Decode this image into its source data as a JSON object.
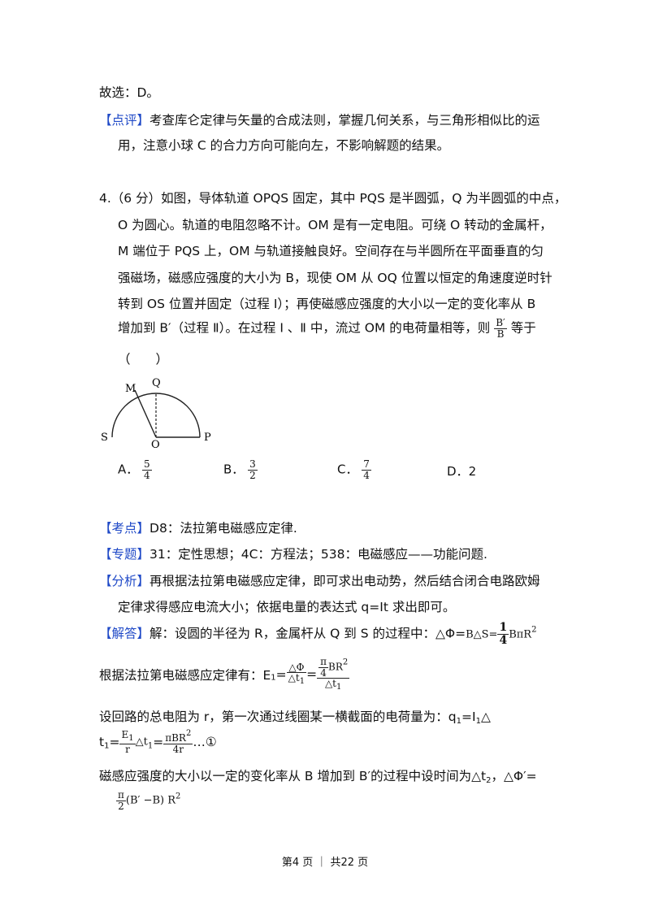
{
  "prev": {
    "answer_line": "故选：D。",
    "review_tag": "【点评】",
    "review_line1": "考查库仑定律与矢量的合成法则，掌握几何关系，与三角形相似比的运",
    "review_line2": "用，注意小球 C 的合力方向可能向左，不影响解题的结果。"
  },
  "question": {
    "lines": [
      "4.（6 分）如图，导体轨道 OPQS 固定，其中 PQS 是半圆弧，Q 为半圆弧的中点，",
      "O 为圆心。轨道的电阻忽略不计。OM 是有一定电阻。可绕 O 转动的金属杆，",
      "M 端位于 PQS 上，OM 与轨道接触良好。空间存在与半圆所在平面垂直的匀",
      "强磁场，磁感应强度的大小为 B，现使 OM 从 OQ 位置以恒定的角速度逆时针",
      "转到 OS 位置并固定（过程 Ⅰ）；再使磁感应强度的大小以一定的变化率从 B"
    ],
    "line6_pre": "增加到 B′（过程 Ⅱ）。在过程 Ⅰ 、Ⅱ 中，流过 OM 的电荷量相等，则",
    "ratio_num": "B′",
    "ratio_den": "B",
    "line6_post": "等于",
    "paren": "（　　）"
  },
  "figure": {
    "labels": {
      "M": "M",
      "Q": "Q",
      "S": "S",
      "O": "O",
      "P": "P"
    }
  },
  "options": [
    {
      "letter": "A．",
      "num": "5",
      "den": "4"
    },
    {
      "letter": "B．",
      "num": "3",
      "den": "2"
    },
    {
      "letter": "C．",
      "num": "7",
      "den": "4"
    },
    {
      "letter": "D．",
      "value": "2"
    }
  ],
  "analysis": {
    "kaodian_tag": "【考点】",
    "kaodian": "D8：法拉第电磁感应定律.",
    "zhuanti_tag": "【专题】",
    "zhuanti": "31：定性思想；4C：方程法；538：电磁感应——功能问题.",
    "fenxi_tag": "【分析】",
    "fenxi_line1": "再根据法拉第电磁感应定律，即可求出电动势，然后结合闭合电路欧姆",
    "fenxi_line2": "定律求得感应电流大小；依据电量的表达式 q=It 求出即可。",
    "jieda_tag": "【解答】",
    "jieda_text": "解：设圆的半径为 R，金属杆从 Q 到 S 的过程中：△Φ=",
    "jieda_eq_a": "B△S=",
    "jieda_eq_frac_num": "1",
    "jieda_eq_frac_den": "4",
    "jieda_eq_b": "BπR",
    "jieda_eq_sup": "2",
    "faraday_text": "根据法拉第电磁感应定律有：E",
    "faraday_sub": "1",
    "faraday_eq": "=",
    "faraday_f1_num": "△Φ",
    "faraday_f1_den": "△t",
    "faraday_f1_den_sub": "1",
    "faraday_f2_num_a": "π",
    "faraday_f2_num_b": "4",
    "faraday_f2_num_c": "BR",
    "faraday_f2_num_sup": "2",
    "faraday_f2_den": "△t",
    "faraday_f2_den_sub": "1",
    "circuit_text": "设回路的总电阻为 r，第一次通过线圈某一横截面的电荷量为：q",
    "circuit_sub1": "1",
    "circuit_eq": "=I",
    "circuit_sub2": "1",
    "circuit_tri": "△",
    "t1_a": "t",
    "t1_sub": "1",
    "t1_eq": "=",
    "t1_f1_num": "E",
    "t1_f1_num_sub": "1",
    "t1_f1_den": "r",
    "t1_mid": "△t",
    "t1_mid_sub": "1",
    "t1_eq2": "=",
    "t1_f2_num": "πBR",
    "t1_f2_num_sup": "2",
    "t1_f2_den": "4r",
    "t1_end": "…①",
    "change_text": "磁感应强度的大小以一定的变化率从 B 增加到 B′的过程中设时间为△t",
    "change_sub": "2",
    "change_end": "，△Φ′=",
    "last_f_num": "π",
    "last_f_den": "2",
    "last_expr": "(B′ −B) R",
    "last_sup": "2"
  },
  "footer": {
    "text": "第4 页 ｜ 共22 页"
  }
}
